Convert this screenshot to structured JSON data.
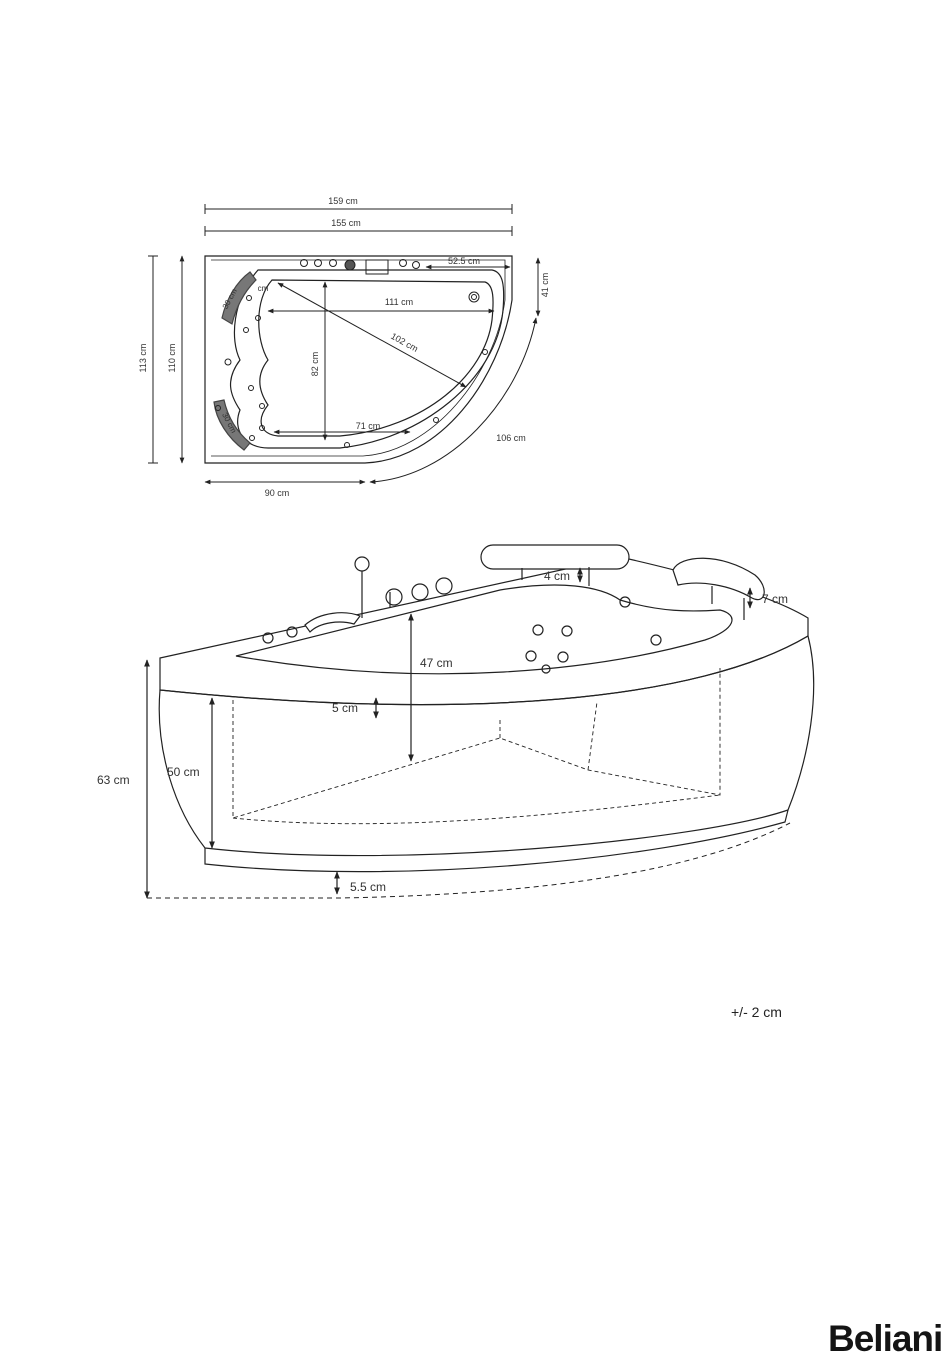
{
  "top_view": {
    "width_outer": "159 cm",
    "width_inner": "155 cm",
    "depth_outer": "113 cm",
    "depth_inner": "110 cm",
    "bottom_width": "90 cm",
    "arc_length": "106 cm",
    "right_depth": "41 cm",
    "top_right_width": "52.5 cm",
    "basin_width": "111 cm",
    "basin_diagonal": "102 cm",
    "basin_depth": "82 cm",
    "basin_bottom": "71 cm",
    "headrest_upper": "30 cm",
    "headrest_lower": "30 cm",
    "corner_mark": "cm"
  },
  "side_view": {
    "pillow_gap": "4 cm",
    "pillow_height": "7 cm",
    "inner_depth": "47 cm",
    "rim_thickness": "5 cm",
    "panel_height": "50 cm",
    "total_height": "63 cm",
    "base_height": "5.5 cm"
  },
  "tolerance": "+/- 2 cm",
  "brand": "Beliani"
}
